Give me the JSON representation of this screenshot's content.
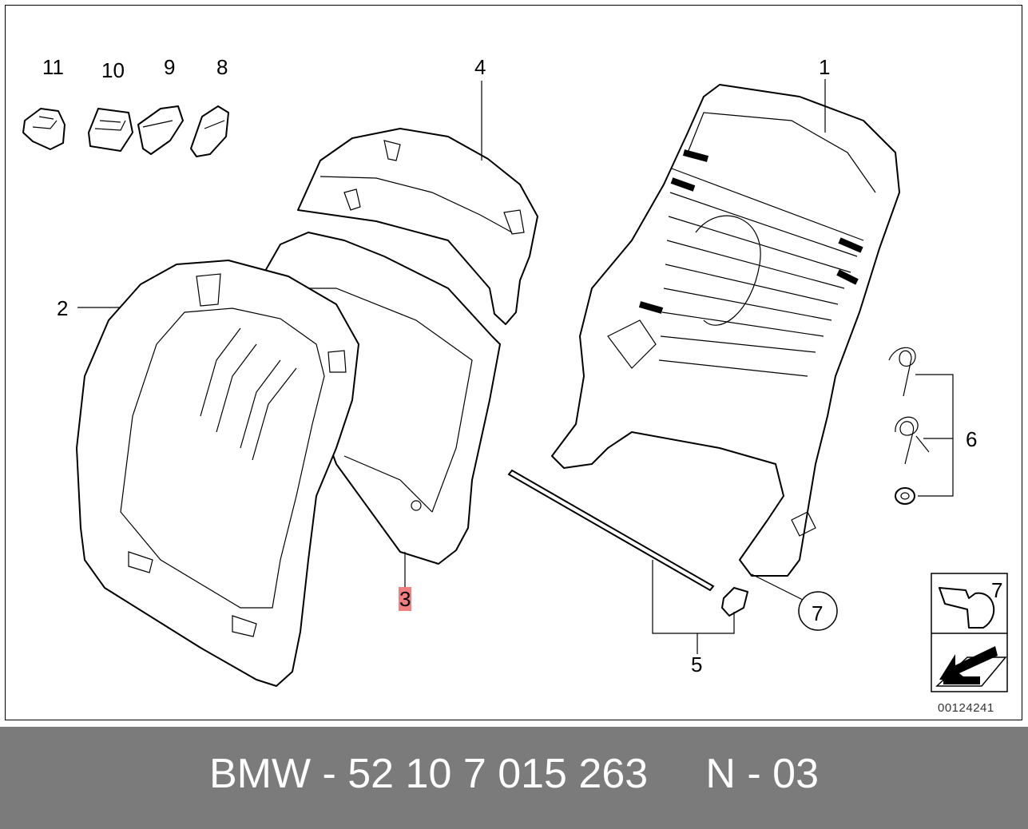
{
  "callouts": {
    "c11": "11",
    "c10": "10",
    "c9": "9",
    "c8": "8",
    "c4": "4",
    "c1": "1",
    "c2": "2",
    "c3": "3",
    "c6": "6",
    "c5": "5",
    "c7_circle": "7",
    "c7_legend": "7"
  },
  "diagram_id": "00124241",
  "footer": {
    "text": "BMW - 52 10 7 015 263     N - 03"
  },
  "colors": {
    "highlight": "#f08080",
    "footer_bg": "#7b7b7b"
  }
}
